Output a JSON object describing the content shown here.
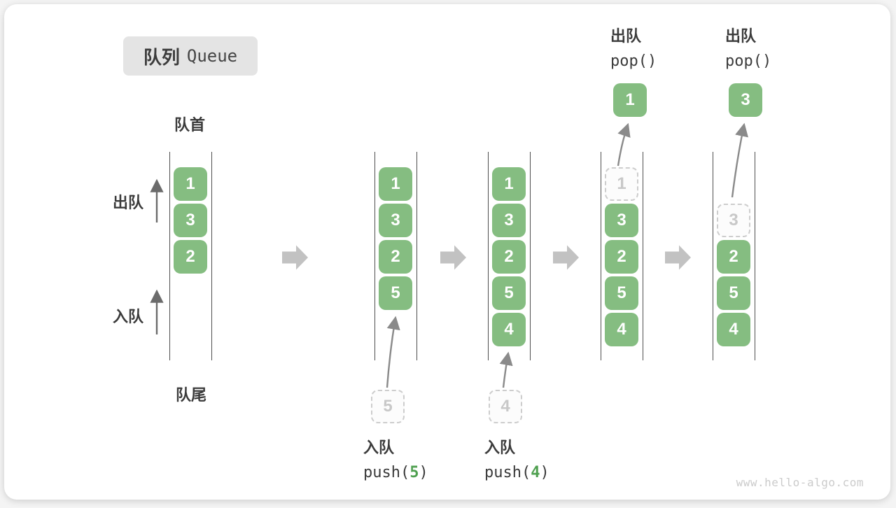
{
  "title": {
    "zh": "队列",
    "en": "Queue"
  },
  "labels": {
    "front": "队首",
    "rear": "队尾",
    "dequeue_side": "出队",
    "enqueue_side": "入队"
  },
  "queue_states": [
    {
      "cells": [
        {
          "value": "1",
          "state": "solid"
        },
        {
          "value": "3",
          "state": "solid"
        },
        {
          "value": "2",
          "state": "solid"
        }
      ]
    },
    {
      "cells": [
        {
          "value": "1",
          "state": "solid"
        },
        {
          "value": "3",
          "state": "solid"
        },
        {
          "value": "2",
          "state": "solid"
        },
        {
          "value": "5",
          "state": "solid"
        }
      ]
    },
    {
      "cells": [
        {
          "value": "1",
          "state": "solid"
        },
        {
          "value": "3",
          "state": "solid"
        },
        {
          "value": "2",
          "state": "solid"
        },
        {
          "value": "5",
          "state": "solid"
        },
        {
          "value": "4",
          "state": "solid"
        }
      ]
    },
    {
      "cells": [
        {
          "value": "1",
          "state": "dashed"
        },
        {
          "value": "3",
          "state": "solid"
        },
        {
          "value": "2",
          "state": "solid"
        },
        {
          "value": "5",
          "state": "solid"
        },
        {
          "value": "4",
          "state": "solid"
        }
      ]
    },
    {
      "cells": [
        {
          "value": "3",
          "state": "dashed"
        },
        {
          "value": "2",
          "state": "solid"
        },
        {
          "value": "5",
          "state": "solid"
        },
        {
          "value": "4",
          "state": "solid"
        }
      ]
    }
  ],
  "operations": {
    "push5": {
      "label": "入队",
      "fn": "push(",
      "arg": "5",
      "close": ")",
      "staged_value": "5"
    },
    "push4": {
      "label": "入队",
      "fn": "push(",
      "arg": "4",
      "close": ")",
      "staged_value": "4"
    },
    "pop1": {
      "label": "出队",
      "code": "pop()",
      "popped_value": "1"
    },
    "pop2": {
      "label": "出队",
      "code": "pop()",
      "popped_value": "3"
    }
  },
  "watermark": "www.hello-algo.com",
  "colors": {
    "cell_green": "#85bd81",
    "accent_green": "#4fa050",
    "rail_gray": "#4f4f4f",
    "block_arrow_gray": "#c2c2c2"
  }
}
